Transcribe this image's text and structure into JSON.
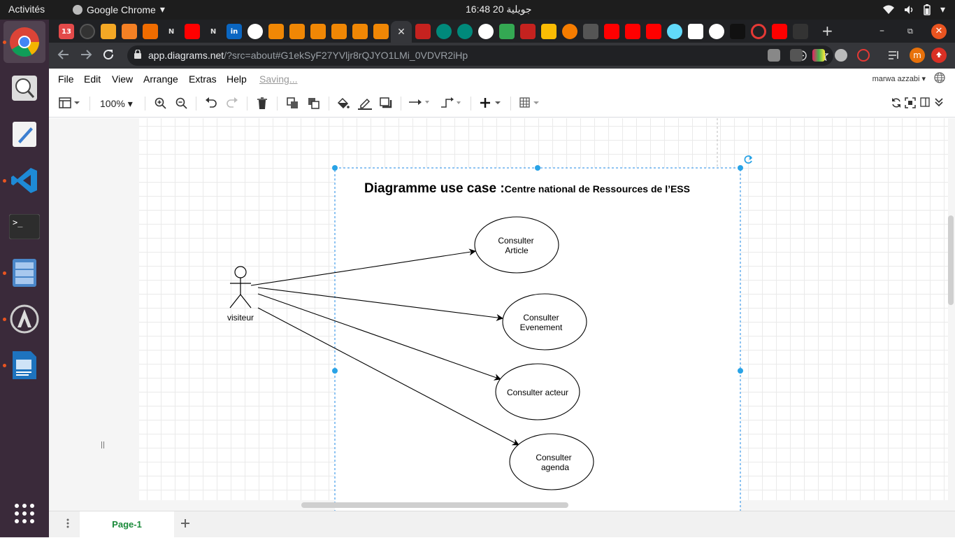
{
  "topbar": {
    "activities": "Activités",
    "app_name": "Google Chrome",
    "app_menu_arrow": "▾",
    "clock": "16:48  20 جويلية",
    "wifi": "▾",
    "volume": "🔊",
    "battery": "▮",
    "system_menu": "▾"
  },
  "dock": {
    "items": [
      "chrome",
      "magnifier",
      "text-editor",
      "vscode",
      "terminal",
      "file-manager",
      "software-center",
      "image-viewer"
    ],
    "show_apps": "⋮⋮⋮"
  },
  "browser": {
    "tab_close": "✕",
    "new_tab": "+",
    "minimize": "–",
    "restore": "⧉",
    "close": "✕",
    "url_host": "app.diagrams.net",
    "url_path": "/?src=about#G1ekSyF27YVljr8rQJYO1LMi_0VDVR2iHp",
    "avatar_letter": "m"
  },
  "drawio": {
    "menus": [
      "File",
      "Edit",
      "View",
      "Arrange",
      "Extras",
      "Help"
    ],
    "saving": "Saving...",
    "user": "marwa azzabi",
    "zoom": "100%",
    "page_tab": "Page-1"
  },
  "diagram": {
    "title_main": "Diagramme use case :",
    "title_sub": "Centre national de Ressources de l’ESS",
    "actor": "visiteur",
    "use_cases": [
      {
        "line1": "Consulter",
        "line2": "Article"
      },
      {
        "line1": "Consulter",
        "line2": "Evenement"
      },
      {
        "line1": "Consulter acteur",
        "line2": ""
      },
      {
        "line1": "Consulter",
        "line2": "agenda"
      }
    ]
  },
  "colors": {
    "selection": "#1e88e5",
    "page_tab_text": "#1a8a3a",
    "ubuntu_orange": "#e95420"
  }
}
